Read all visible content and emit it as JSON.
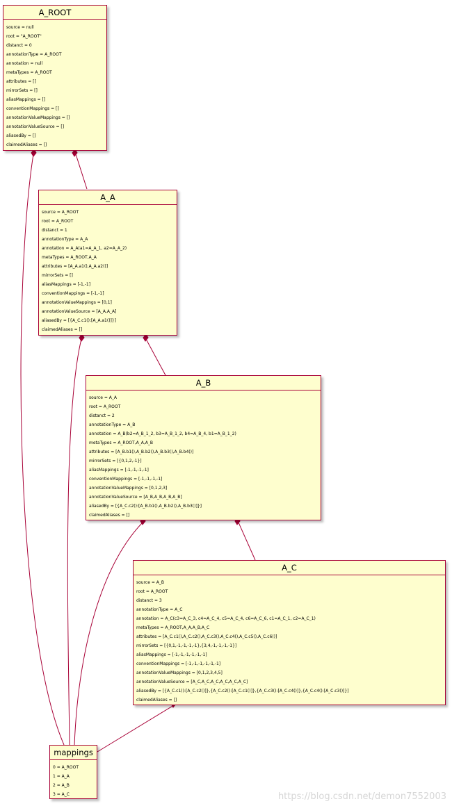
{
  "nodes": {
    "a_root": {
      "title": "A_ROOT",
      "attributes": [
        "source = null",
        "root = \"A_ROOT\"",
        "distanct = 0",
        "annotationType =  A_ROOT",
        "annotation = null",
        "metaTypes = A_ROOT",
        "attributes = []",
        "mirrorSets = []",
        "aliasMappings = []",
        "conventionMappings = []",
        "annotationValueMappings = []",
        "annotationValueSource = []",
        "aliasedBy = []",
        "claimedAliases = []"
      ]
    },
    "a_a": {
      "title": "A_A",
      "attributes": [
        "source = A_ROOT",
        "root = A_ROOT",
        "distanct = 1",
        "annotationType =  A_A",
        "annotation = A_A(a1=A_A_1, a2=A_A_2)",
        "metaTypes = A_ROOT,A_A",
        "attributes = [A_A.a1(),A_A.a2()]",
        "mirrorSets = []",
        "aliasMappings = [-1,-1]",
        "conventionMappings = [-1,-1]",
        "annotationValueMappings = [0,1]",
        "annotationValueSource = [A_A,A_A]",
        "aliasedBy = [{A_C.c1():[A_A.a1()]}]",
        "claimedAliases = []"
      ]
    },
    "a_b": {
      "title": "A_B",
      "attributes": [
        "source = A_A",
        "root = A_ROOT",
        "distanct = 2",
        "annotationType =  A_B",
        "annotation = A_B(b2=A_B_1_2, b3=A_B_1_2, b4=A_B_4, b1=A_B_1_2)",
        "metaTypes = A_ROOT,A_A,A_B",
        "attributes = [A_B.b1(),A_B.b2(),A_B.b3(),A_B.b4()]",
        "mirrorSets = [{0,1,2,-1}]",
        "aliasMappings = [-1,-1,-1,-1]",
        "conventionMappings = [-1,-1,-1,-1]",
        "annotationValueMappings = [0,1,2,3]",
        "annotationValueSource = [A_B,A_B,A_B,A_B]",
        "aliasedBy = [{A_C.c2():[A_B.b1(),A_B.b2(),A_B.b3()]}]",
        "claimedAliases = []"
      ]
    },
    "a_c": {
      "title": "A_C",
      "attributes": [
        "source = A_B",
        "root = A_ROOT",
        "distanct = 3",
        "annotationType =  A_C",
        "annotation = A_C(c3=A_C_3, c4=A_C_4, c5=A_C_4, c6=A_C_6, c1=A_C_1, c2=A_C_1)",
        "metaTypes = A_ROOT,A_A,A_B,A_C",
        "attributes = [A_C.c1(),A_C.c2(),A_C.c3(),A_C.c4(),A_C.c5(),A_C.c6()]",
        "mirrorSets = [{0,1,-1,-1,-1,-1},{3,4,-1,-1,-1,-1}]",
        "aliasMappings = [-1,-1,-1,-1,-1,-1]",
        "conventionMappings = [-1,-1,-1,-1,-1,-1]",
        "annotationValueMappings = [0,1,2,3,4,5]",
        "annotationValueSource = [A_C,A_C,A_C,A_C,A_C,A_C]",
        "aliasedBy = [{A_C.c1():[A_C.c2()]},{A_C.c2():[A_C.c1()]},{A_C.c3():[A_C.c4()]},{A_C.c4():[A_C.c3()]}]",
        "claimedAliases = []"
      ]
    },
    "mappings": {
      "title": "mappings",
      "attributes": [
        "0 = A_ROOT",
        "1 = A_A",
        "2 = A_B",
        "3 = A_C"
      ]
    }
  },
  "colors": {
    "box_fill": "#fefece",
    "border": "#a80036",
    "edge": "#a80036"
  },
  "edges": [
    {
      "from": "a_root",
      "to": "a_a",
      "type": "composition"
    },
    {
      "from": "a_root",
      "to": "mappings",
      "type": "composition"
    },
    {
      "from": "a_a",
      "to": "a_b",
      "type": "composition"
    },
    {
      "from": "a_a",
      "to": "mappings",
      "type": "composition"
    },
    {
      "from": "a_b",
      "to": "a_c",
      "type": "composition"
    },
    {
      "from": "a_b",
      "to": "mappings",
      "type": "composition"
    },
    {
      "from": "a_c",
      "to": "mappings",
      "type": "composition"
    }
  ],
  "watermark": "https://blog.csdn.net/demon7552003"
}
